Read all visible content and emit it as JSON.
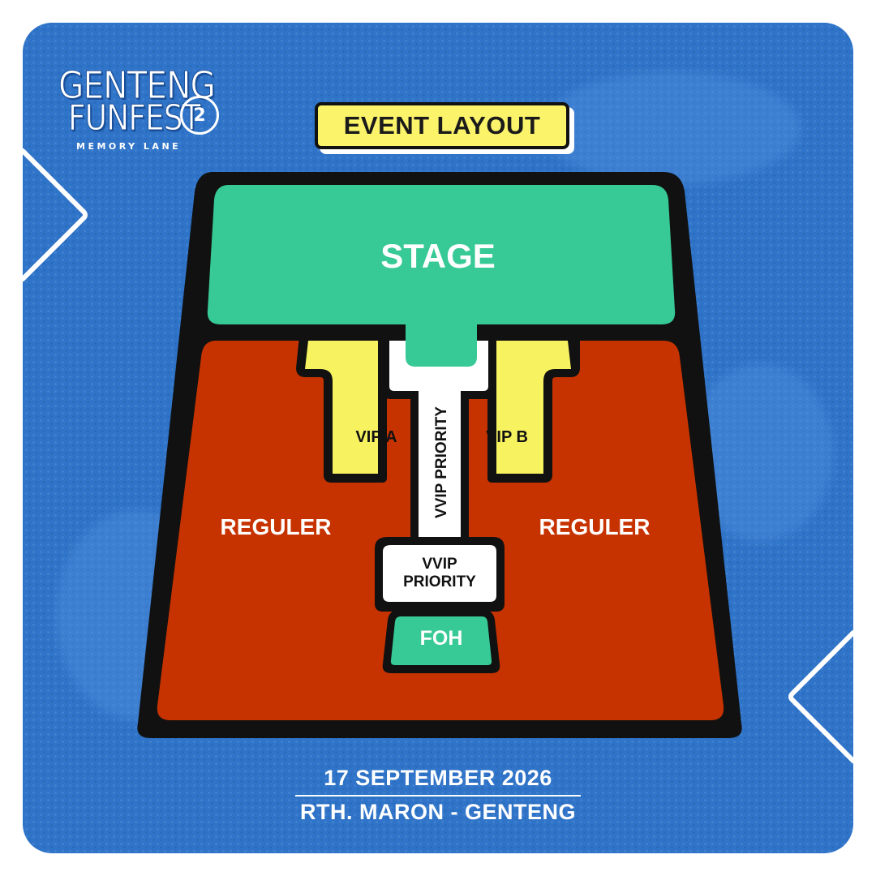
{
  "brand": {
    "line1": "GENTENG",
    "line2": "FUNFEST",
    "edition": "2",
    "tagline": "MEMORY LANE"
  },
  "title": "EVENT LAYOUT",
  "zones": {
    "stage": "STAGE",
    "vip_a": "VIP A",
    "vip_b": "VIP B",
    "vvip_priority_aisle": "VVIP PRIORITY",
    "vvip_priority_box_line1": "VVIP",
    "vvip_priority_box_line2": "PRIORITY",
    "reguler_left": "REGULER",
    "reguler_right": "REGULER",
    "foh": "FOH"
  },
  "footer": {
    "date": "17 SEPTEMBER 2026",
    "venue": "RTH. MARON - GENTENG"
  },
  "colors": {
    "background": "#2f74c8",
    "stage": "#37c996",
    "reguler": "#c73300",
    "vip": "#f7f260",
    "vvip": "#ffffff",
    "foh": "#37c996",
    "outline": "#111111",
    "badge": "#fbf36a"
  }
}
